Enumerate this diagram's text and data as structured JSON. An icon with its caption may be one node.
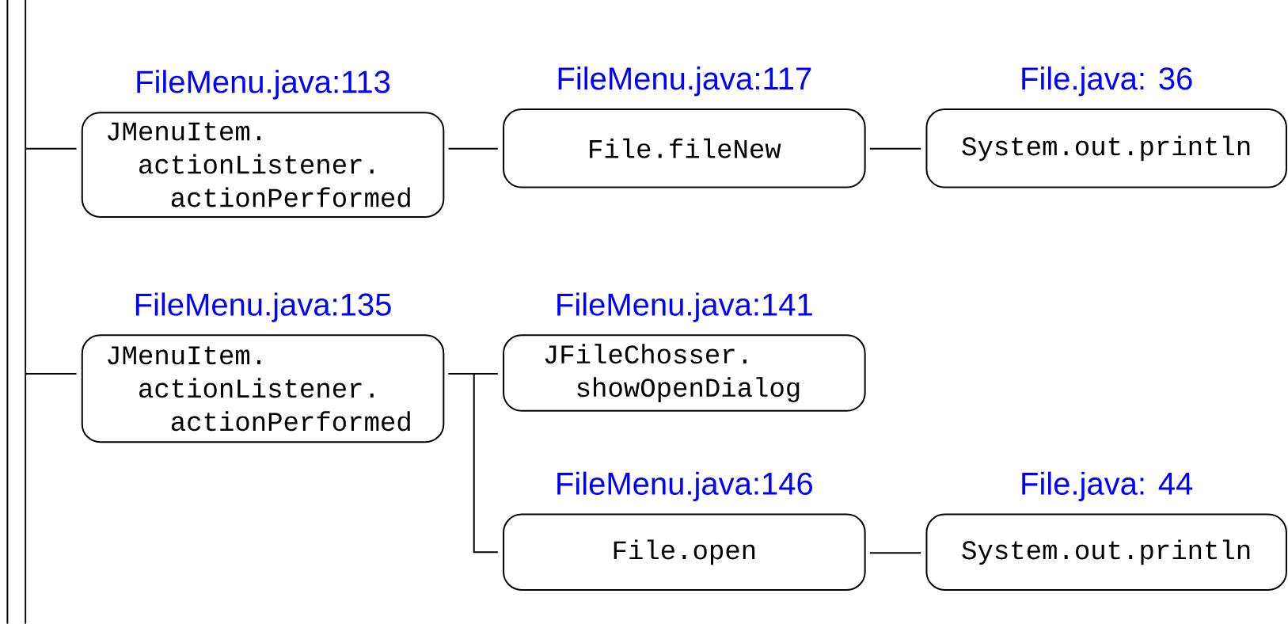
{
  "diagram": {
    "nodes": [
      {
        "text": [],
        "shape": "bar"
      },
      {
        "text": [
          "FileMenu.java:113",
          "JMenuItem. actionListener. actionPerformed"
        ]
      },
      {
        "text": [
          "FileMenu.java:117",
          "File.fileNew"
        ]
      },
      {
        "text": [
          "File.java: 36",
          "System.out.println"
        ]
      },
      {
        "text": [
          "FileMenu.java:135",
          "JMenuItem. actionListener. actionPerformed"
        ]
      },
      {
        "text": [
          "FileMenu.java:141",
          "JFileChosser. showOpenDialog"
        ]
      },
      {
        "text": [
          "FileMenu.java:146",
          "File.open"
        ]
      },
      {
        "text": [
          "File.java: 44",
          "System.out.println"
        ]
      }
    ],
    "edges": [
      {
        "from": 0,
        "to": 1,
        "arrow": "none"
      },
      {
        "from": 1,
        "to": 2,
        "arrow": "none"
      },
      {
        "from": 2,
        "to": 3,
        "arrow": "none"
      },
      {
        "from": 0,
        "to": 4,
        "arrow": "none"
      },
      {
        "from": 4,
        "to": 5,
        "arrow": "none"
      },
      {
        "from": 4,
        "to": 6,
        "arrow": "none"
      },
      {
        "from": 6,
        "to": 7,
        "arrow": "none"
      }
    ]
  }
}
